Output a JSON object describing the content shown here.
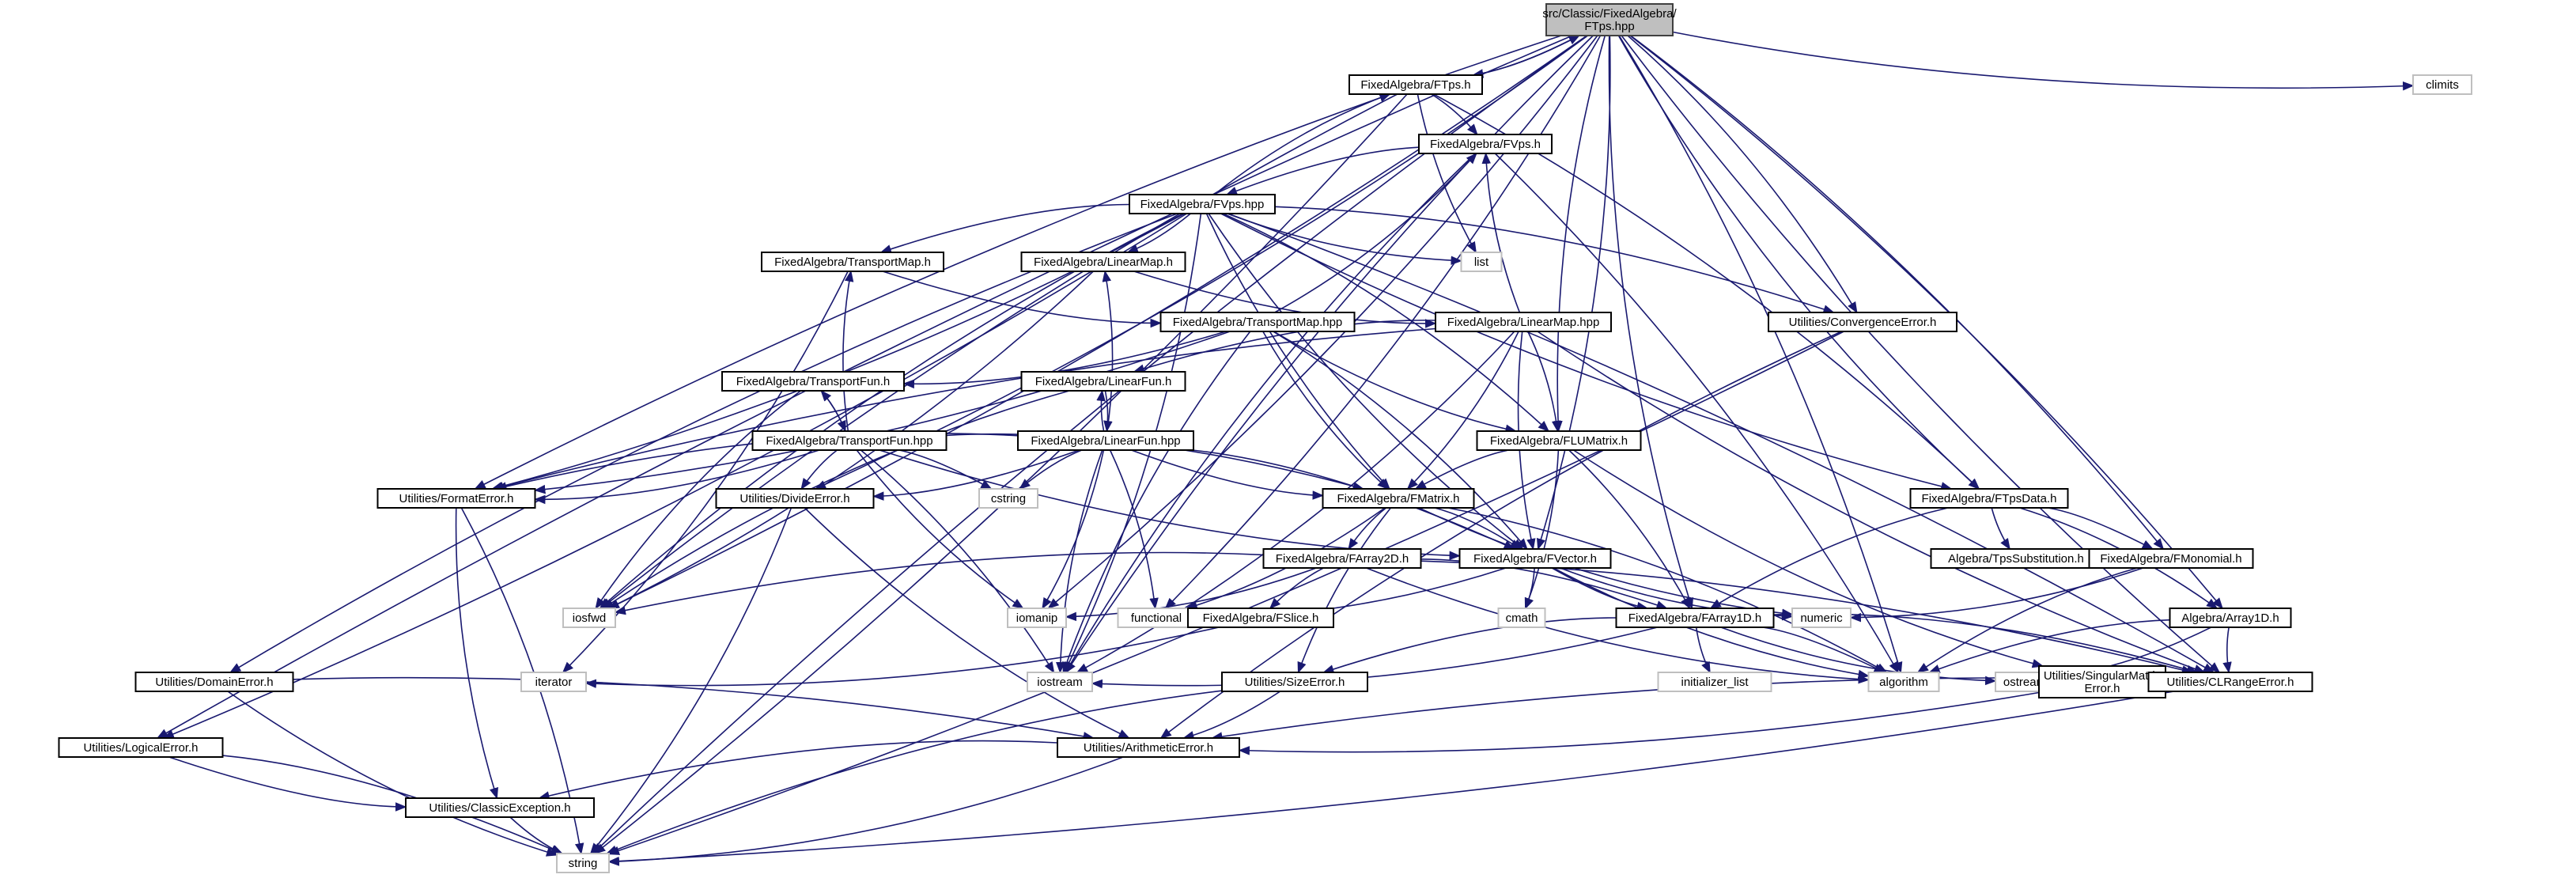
{
  "colors": {
    "edge": "#191970",
    "node_border": "#000000",
    "root_fill": "#bfbfbf",
    "system_border": "#bfbfbf"
  },
  "nodes": [
    {
      "id": "root",
      "label": "src/Classic/FixedAlgebra/\nFTps.hpp",
      "kind": "root"
    },
    {
      "id": "ftps_h",
      "label": "FixedAlgebra/FTps.h",
      "kind": "file"
    },
    {
      "id": "climits",
      "label": "climits",
      "kind": "system"
    },
    {
      "id": "fvps_h",
      "label": "FixedAlgebra/FVps.h",
      "kind": "file"
    },
    {
      "id": "fvps_hpp",
      "label": "FixedAlgebra/FVps.hpp",
      "kind": "file"
    },
    {
      "id": "list",
      "label": "list",
      "kind": "system"
    },
    {
      "id": "tmap_h",
      "label": "FixedAlgebra/TransportMap.h",
      "kind": "file"
    },
    {
      "id": "lmap_h",
      "label": "FixedAlgebra/LinearMap.h",
      "kind": "file"
    },
    {
      "id": "conv",
      "label": "Utilities/ConvergenceError.h",
      "kind": "file"
    },
    {
      "id": "tmap_hpp",
      "label": "FixedAlgebra/TransportMap.hpp",
      "kind": "file"
    },
    {
      "id": "lmap_hpp",
      "label": "FixedAlgebra/LinearMap.hpp",
      "kind": "file"
    },
    {
      "id": "tfun_h",
      "label": "FixedAlgebra/TransportFun.h",
      "kind": "file"
    },
    {
      "id": "lfun_h",
      "label": "FixedAlgebra/LinearFun.h",
      "kind": "file"
    },
    {
      "id": "tfun_hpp",
      "label": "FixedAlgebra/TransportFun.hpp",
      "kind": "file"
    },
    {
      "id": "lfun_hpp",
      "label": "FixedAlgebra/LinearFun.hpp",
      "kind": "file"
    },
    {
      "id": "flu",
      "label": "FixedAlgebra/FLUMatrix.h",
      "kind": "file"
    },
    {
      "id": "fmt",
      "label": "Utilities/FormatError.h",
      "kind": "file"
    },
    {
      "id": "div",
      "label": "Utilities/DivideError.h",
      "kind": "file"
    },
    {
      "id": "cstring",
      "label": "cstring",
      "kind": "system"
    },
    {
      "id": "fmatrix",
      "label": "FixedAlgebra/FMatrix.h",
      "kind": "file"
    },
    {
      "id": "ftpsdata",
      "label": "FixedAlgebra/FTpsData.h",
      "kind": "file"
    },
    {
      "id": "farr2d",
      "label": "FixedAlgebra/FArray2D.h",
      "kind": "file"
    },
    {
      "id": "fvector",
      "label": "FixedAlgebra/FVector.h",
      "kind": "file"
    },
    {
      "id": "tpssub",
      "label": "Algebra/TpsSubstitution.h",
      "kind": "file"
    },
    {
      "id": "fmono",
      "label": "FixedAlgebra/FMonomial.h",
      "kind": "file"
    },
    {
      "id": "iosfwd",
      "label": "iosfwd",
      "kind": "system"
    },
    {
      "id": "iomanip",
      "label": "iomanip",
      "kind": "system"
    },
    {
      "id": "functional",
      "label": "functional",
      "kind": "system"
    },
    {
      "id": "fslice",
      "label": "FixedAlgebra/FSlice.h",
      "kind": "file"
    },
    {
      "id": "cmath",
      "label": "cmath",
      "kind": "system"
    },
    {
      "id": "farr1d",
      "label": "FixedAlgebra/FArray1D.h",
      "kind": "file"
    },
    {
      "id": "numeric",
      "label": "numeric",
      "kind": "system"
    },
    {
      "id": "arr1d",
      "label": "Algebra/Array1D.h",
      "kind": "file"
    },
    {
      "id": "domain",
      "label": "Utilities/DomainError.h",
      "kind": "file"
    },
    {
      "id": "iterator",
      "label": "iterator",
      "kind": "system"
    },
    {
      "id": "iostream",
      "label": "iostream",
      "kind": "system"
    },
    {
      "id": "size",
      "label": "Utilities/SizeError.h",
      "kind": "file"
    },
    {
      "id": "initlist",
      "label": "initializer_list",
      "kind": "system"
    },
    {
      "id": "algorithm",
      "label": "algorithm",
      "kind": "system"
    },
    {
      "id": "ostream",
      "label": "ostream",
      "kind": "system"
    },
    {
      "id": "singular",
      "label": "Utilities/SingularMatrix\nError.h",
      "kind": "file"
    },
    {
      "id": "clrange",
      "label": "Utilities/CLRangeError.h",
      "kind": "file"
    },
    {
      "id": "logical",
      "label": "Utilities/LogicalError.h",
      "kind": "file"
    },
    {
      "id": "arith",
      "label": "Utilities/ArithmeticError.h",
      "kind": "file"
    },
    {
      "id": "classic",
      "label": "Utilities/ClassicException.h",
      "kind": "file"
    },
    {
      "id": "string",
      "label": "string",
      "kind": "system"
    }
  ],
  "edges": [
    [
      "root",
      "ftps_h"
    ],
    [
      "root",
      "climits"
    ],
    [
      "root",
      "conv"
    ],
    [
      "root",
      "ftpsdata"
    ],
    [
      "root",
      "fmono"
    ],
    [
      "root",
      "flu"
    ],
    [
      "root",
      "fvector"
    ],
    [
      "root",
      "farr1d"
    ],
    [
      "root",
      "arr1d"
    ],
    [
      "root",
      "clrange"
    ],
    [
      "root",
      "algorithm"
    ],
    [
      "root",
      "fmt"
    ],
    [
      "root",
      "div"
    ],
    [
      "root",
      "logical"
    ],
    [
      "root",
      "iosfwd"
    ],
    [
      "root",
      "iostream"
    ],
    [
      "root",
      "iomanip"
    ],
    [
      "root",
      "string"
    ],
    [
      "root",
      "functional"
    ],
    [
      "ftps_h",
      "root"
    ],
    [
      "ftps_h",
      "fvps_h"
    ],
    [
      "ftps_h",
      "list"
    ],
    [
      "ftps_h",
      "ftpsdata"
    ],
    [
      "ftps_h",
      "iosfwd"
    ],
    [
      "ftps_h",
      "string"
    ],
    [
      "fvps_h",
      "fvps_hpp"
    ],
    [
      "fvps_h",
      "algorithm"
    ],
    [
      "fvps_h",
      "iostream"
    ],
    [
      "fvps_hpp",
      "ftps_h"
    ],
    [
      "fvps_hpp",
      "tmap_h"
    ],
    [
      "fvps_hpp",
      "lmap_h"
    ],
    [
      "fvps_hpp",
      "list"
    ],
    [
      "fvps_hpp",
      "conv"
    ],
    [
      "fvps_hpp",
      "fmatrix"
    ],
    [
      "fvps_hpp",
      "flu"
    ],
    [
      "fvps_hpp",
      "fvector"
    ],
    [
      "fvps_hpp",
      "fmt"
    ],
    [
      "fvps_hpp",
      "domain"
    ],
    [
      "fvps_hpp",
      "logical"
    ],
    [
      "fvps_hpp",
      "iosfwd"
    ],
    [
      "fvps_hpp",
      "iostream"
    ],
    [
      "fvps_hpp",
      "ftpsdata"
    ],
    [
      "fvps_hpp",
      "clrange"
    ],
    [
      "tmap_h",
      "tmap_hpp"
    ],
    [
      "tmap_h",
      "iterator"
    ],
    [
      "lmap_h",
      "lmap_hpp"
    ],
    [
      "lmap_h",
      "iosfwd"
    ],
    [
      "conv",
      "arith"
    ],
    [
      "conv",
      "string"
    ],
    [
      "tmap_hpp",
      "fvps_h"
    ],
    [
      "tmap_hpp",
      "tfun_h"
    ],
    [
      "tmap_hpp",
      "fmatrix"
    ],
    [
      "tmap_hpp",
      "fvector"
    ],
    [
      "tmap_hpp",
      "flu"
    ],
    [
      "tmap_hpp",
      "fmt"
    ],
    [
      "tmap_hpp",
      "iostream"
    ],
    [
      "lmap_hpp",
      "fvps_h"
    ],
    [
      "lmap_hpp",
      "lfun_h"
    ],
    [
      "lmap_hpp",
      "fmatrix"
    ],
    [
      "lmap_hpp",
      "fvector"
    ],
    [
      "lmap_hpp",
      "flu"
    ],
    [
      "lmap_hpp",
      "fmt"
    ],
    [
      "lmap_hpp",
      "iostream"
    ],
    [
      "lmap_hpp",
      "clrange"
    ],
    [
      "tfun_h",
      "tfun_hpp"
    ],
    [
      "tfun_h",
      "iosfwd"
    ],
    [
      "lfun_h",
      "lfun_hpp"
    ],
    [
      "lfun_h",
      "iosfwd"
    ],
    [
      "tfun_hpp",
      "tmap_h"
    ],
    [
      "tfun_hpp",
      "tfun_h"
    ],
    [
      "tfun_hpp",
      "fmatrix"
    ],
    [
      "tfun_hpp",
      "fvector"
    ],
    [
      "tfun_hpp",
      "fmt"
    ],
    [
      "tfun_hpp",
      "div"
    ],
    [
      "tfun_hpp",
      "cstring"
    ],
    [
      "tfun_hpp",
      "iomanip"
    ],
    [
      "tfun_hpp",
      "iostream"
    ],
    [
      "lfun_hpp",
      "lmap_h"
    ],
    [
      "lfun_hpp",
      "lfun_h"
    ],
    [
      "lfun_hpp",
      "fmatrix"
    ],
    [
      "lfun_hpp",
      "fvector"
    ],
    [
      "lfun_hpp",
      "fmt"
    ],
    [
      "lfun_hpp",
      "div"
    ],
    [
      "lfun_hpp",
      "cstring"
    ],
    [
      "lfun_hpp",
      "iomanip"
    ],
    [
      "lfun_hpp",
      "iostream"
    ],
    [
      "lfun_hpp",
      "functional"
    ],
    [
      "flu",
      "fmatrix"
    ],
    [
      "flu",
      "farr1d"
    ],
    [
      "flu",
      "singular"
    ],
    [
      "flu",
      "cmath"
    ],
    [
      "fmt",
      "classic"
    ],
    [
      "fmt",
      "string"
    ],
    [
      "div",
      "arith"
    ],
    [
      "div",
      "string"
    ],
    [
      "fmatrix",
      "farr2d"
    ],
    [
      "fmatrix",
      "fvector"
    ],
    [
      "fmatrix",
      "size"
    ],
    [
      "fmatrix",
      "functional"
    ],
    [
      "fmatrix",
      "numeric"
    ],
    [
      "fmatrix",
      "algorithm"
    ],
    [
      "ftpsdata",
      "tpssub"
    ],
    [
      "ftpsdata",
      "fmono"
    ],
    [
      "ftpsdata",
      "farr1d"
    ],
    [
      "ftpsdata",
      "arr1d"
    ],
    [
      "farr2d",
      "fslice"
    ],
    [
      "farr2d",
      "farr1d"
    ],
    [
      "farr2d",
      "iosfwd"
    ],
    [
      "farr2d",
      "iomanip"
    ],
    [
      "farr2d",
      "algorithm"
    ],
    [
      "farr2d",
      "clrange"
    ],
    [
      "fvector",
      "farr1d"
    ],
    [
      "fvector",
      "cmath"
    ],
    [
      "fvector",
      "numeric"
    ],
    [
      "fvector",
      "functional"
    ],
    [
      "fvector",
      "algorithm"
    ],
    [
      "fmono",
      "numeric"
    ],
    [
      "fmono",
      "algorithm"
    ],
    [
      "fslice",
      "iterator"
    ],
    [
      "farr1d",
      "initlist"
    ],
    [
      "farr1d",
      "algorithm"
    ],
    [
      "farr1d",
      "ostream"
    ],
    [
      "farr1d",
      "clrange"
    ],
    [
      "farr1d",
      "size"
    ],
    [
      "farr1d",
      "iostream"
    ],
    [
      "arr1d",
      "algorithm"
    ],
    [
      "arr1d",
      "ostream"
    ],
    [
      "arr1d",
      "clrange"
    ],
    [
      "domain",
      "arith"
    ],
    [
      "domain",
      "string"
    ],
    [
      "size",
      "arith"
    ],
    [
      "size",
      "string"
    ],
    [
      "singular",
      "arith"
    ],
    [
      "clrange",
      "arith"
    ],
    [
      "clrange",
      "string"
    ],
    [
      "logical",
      "classic"
    ],
    [
      "logical",
      "string"
    ],
    [
      "arith",
      "classic"
    ],
    [
      "arith",
      "string"
    ],
    [
      "classic",
      "string"
    ]
  ]
}
